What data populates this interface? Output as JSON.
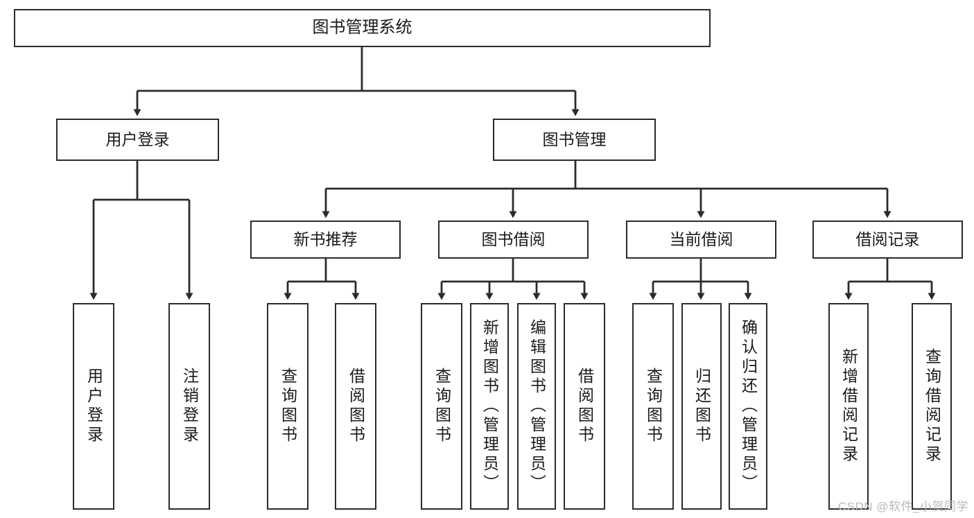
{
  "diagram": {
    "title": "图书管理系统",
    "type": "tree-hierarchy",
    "watermark": "CSDN @软件_小贺同学",
    "colors": {
      "node_border": "#2b2b2b",
      "node_fill": "#ffffff",
      "edge": "#2b2b2b",
      "text": "#1a1a1a",
      "background": "#ffffff",
      "watermark": "#b9b9b9"
    },
    "nodes": {
      "root": {
        "label": "图书管理系统"
      },
      "level2": [
        {
          "id": "user-login",
          "label": "用户登录"
        },
        {
          "id": "book-manage",
          "label": "图书管理"
        }
      ],
      "level3": [
        {
          "id": "new-book-recommend",
          "label": "新书推荐"
        },
        {
          "id": "book-borrow",
          "label": "图书借阅"
        },
        {
          "id": "current-borrow",
          "label": "当前借阅"
        },
        {
          "id": "borrow-record",
          "label": "借阅记录"
        }
      ],
      "leaves": {
        "user_login": [
          {
            "id": "leaf-user-login",
            "label": "用户登录"
          },
          {
            "id": "leaf-logout-login",
            "label": "注销登录"
          }
        ],
        "new_book_recommend": [
          {
            "id": "leaf-query-book-1",
            "label": "查询图书"
          },
          {
            "id": "leaf-borrow-book-1",
            "label": "借阅图书"
          }
        ],
        "book_borrow": [
          {
            "id": "leaf-query-book-2",
            "label": "查询图书"
          },
          {
            "id": "leaf-add-book-admin",
            "label": "新增图书（管理员）"
          },
          {
            "id": "leaf-edit-book-admin",
            "label": "编辑图书（管理员）"
          },
          {
            "id": "leaf-borrow-book-2",
            "label": "借阅图书"
          }
        ],
        "current_borrow": [
          {
            "id": "leaf-query-book-3",
            "label": "查询图书"
          },
          {
            "id": "leaf-return-book",
            "label": "归还图书"
          },
          {
            "id": "leaf-confirm-return-admin",
            "label": "确认归还（管理员）"
          }
        ],
        "borrow_record": [
          {
            "id": "leaf-add-borrow-record",
            "label": "新增借阅记录"
          },
          {
            "id": "leaf-query-borrow-record",
            "label": "查询借阅记录"
          }
        ]
      }
    }
  }
}
